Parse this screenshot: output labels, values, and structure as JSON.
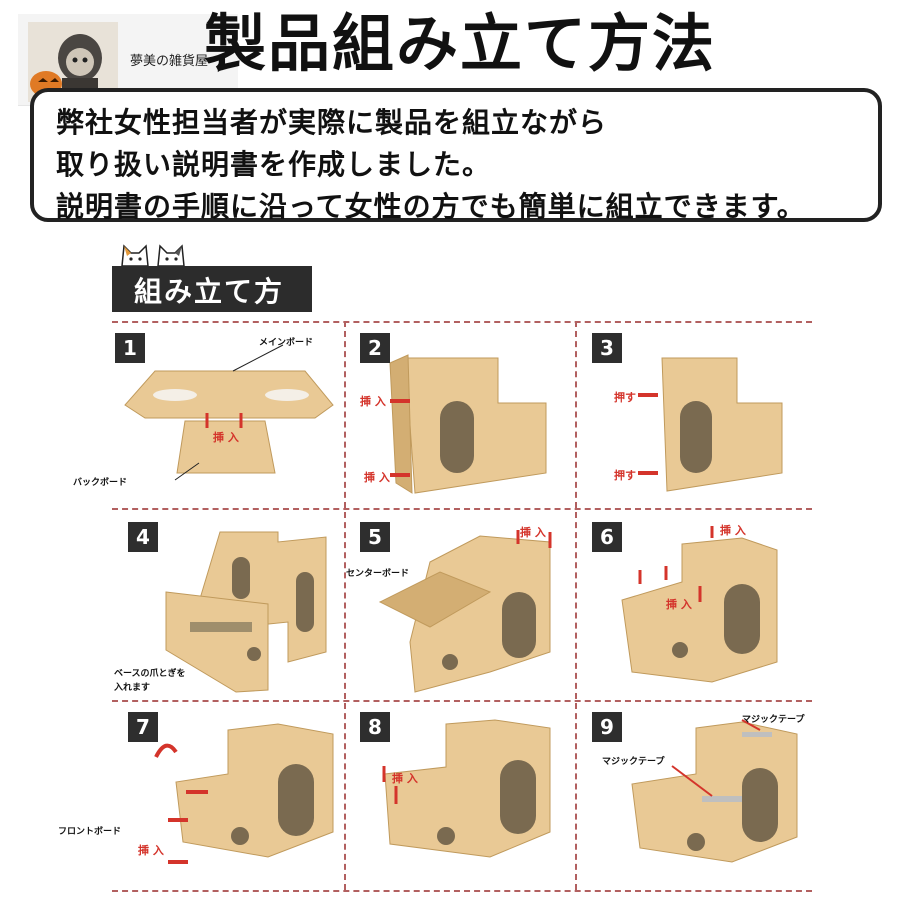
{
  "store": {
    "name": "夢美の雑貨屋"
  },
  "title": "製品組み立て方法",
  "description": {
    "lines": [
      "弊社女性担当者が実際に製品を組立ながら",
      "取り扱い説明書を作成しました。",
      "説明書の手順に沿って女性の方でも簡単に組立できます。"
    ]
  },
  "section_title": "組み立て方",
  "steps": [
    {
      "number": "1",
      "labels": {
        "main_board": "メインボード",
        "insert": "挿 入",
        "back_board": "バックボード"
      }
    },
    {
      "number": "2",
      "labels": {
        "insert_top": "挿 入",
        "insert_bottom": "挿 入"
      }
    },
    {
      "number": "3",
      "labels": {
        "push_top": "押す",
        "push_bottom": "押す"
      }
    },
    {
      "number": "4",
      "labels": {
        "base_claw_line1": "ベースの爪とぎを",
        "base_claw_line2": "入れます"
      }
    },
    {
      "number": "5",
      "labels": {
        "insert": "挿 入",
        "center_board": "センターボード"
      }
    },
    {
      "number": "6",
      "labels": {
        "insert_top": "挿 入",
        "insert_mid": "挿 入"
      }
    },
    {
      "number": "7",
      "labels": {
        "front_board": "フロントボード",
        "insert": "挿 入"
      }
    },
    {
      "number": "8",
      "labels": {
        "insert": "挿 入"
      }
    },
    {
      "number": "9",
      "labels": {
        "magic_tape_top": "マジックテープ",
        "magic_tape_left": "マジックテープ"
      }
    }
  ],
  "colors": {
    "cardboard": "#e9c995",
    "cardboard_dark": "#d3ae73",
    "accent_red": "#d4342b",
    "divider": "#b26060"
  }
}
